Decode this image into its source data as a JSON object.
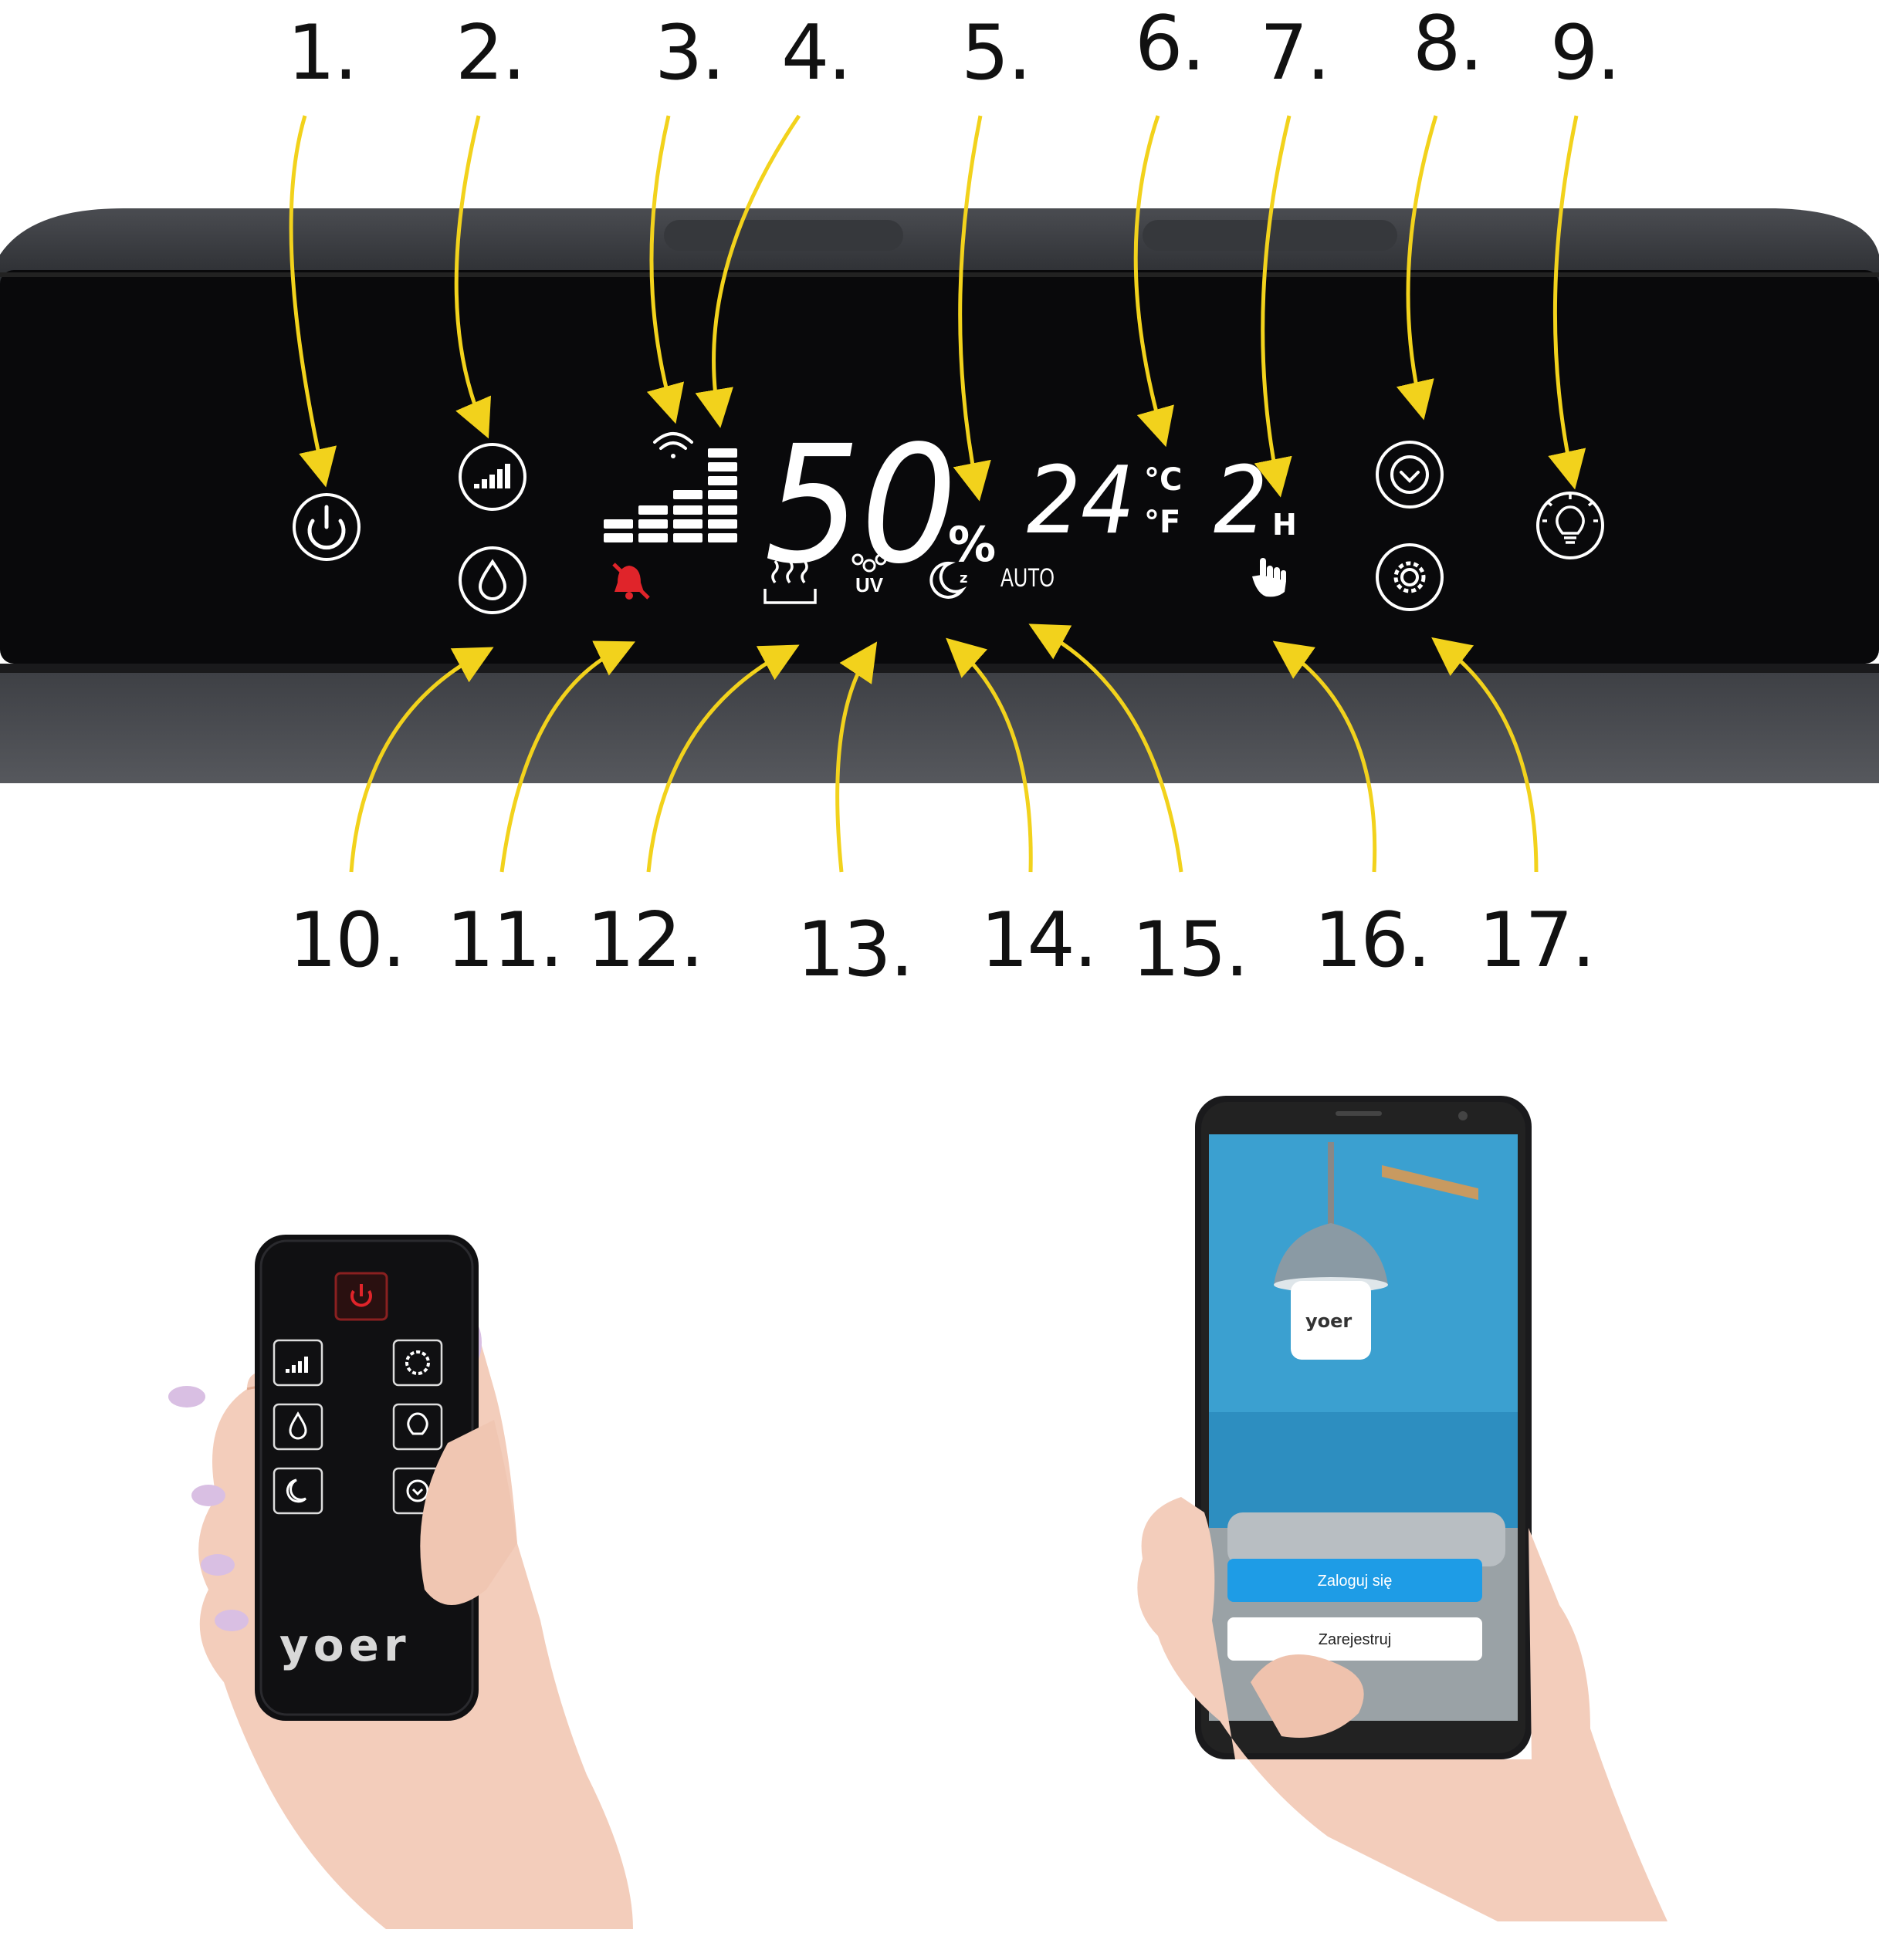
{
  "callouts_top": [
    "1.",
    "2.",
    "3.",
    "4.",
    "5.",
    "6.",
    "7.",
    "8.",
    "9."
  ],
  "callouts_bottom": [
    "10.",
    "11.",
    "12.",
    "13.",
    "14.",
    "15.",
    "16.",
    "17."
  ],
  "display": {
    "humidity": "50",
    "humidity_unit": "%",
    "temperature": "24",
    "celsius_unit": "°C",
    "fahrenheit_unit": "°F",
    "timer": "2",
    "timer_unit": "H",
    "uv_label": "UV",
    "auto_label": "AUTO"
  },
  "remote": {
    "brand": "yoer"
  },
  "phone": {
    "app_brand": "yoer",
    "login_button": "Zaloguj się",
    "register_button": "Zarejestruj"
  },
  "colors": {
    "arrow": "#f2d21c",
    "panel": "#0a0a0c",
    "led": "#ffffff",
    "alert": "#e0242a",
    "phone_screen": "#2d8ec0",
    "login_button": "#1e9ce6"
  },
  "icons": [
    "power-icon",
    "fan-speed-icon",
    "droplet-icon",
    "wifi-icon",
    "mute-icon",
    "heater-icon",
    "uv-icon",
    "sleep-icon",
    "hand-touch-icon",
    "timer-icon",
    "light-icon",
    "settings-icon"
  ]
}
